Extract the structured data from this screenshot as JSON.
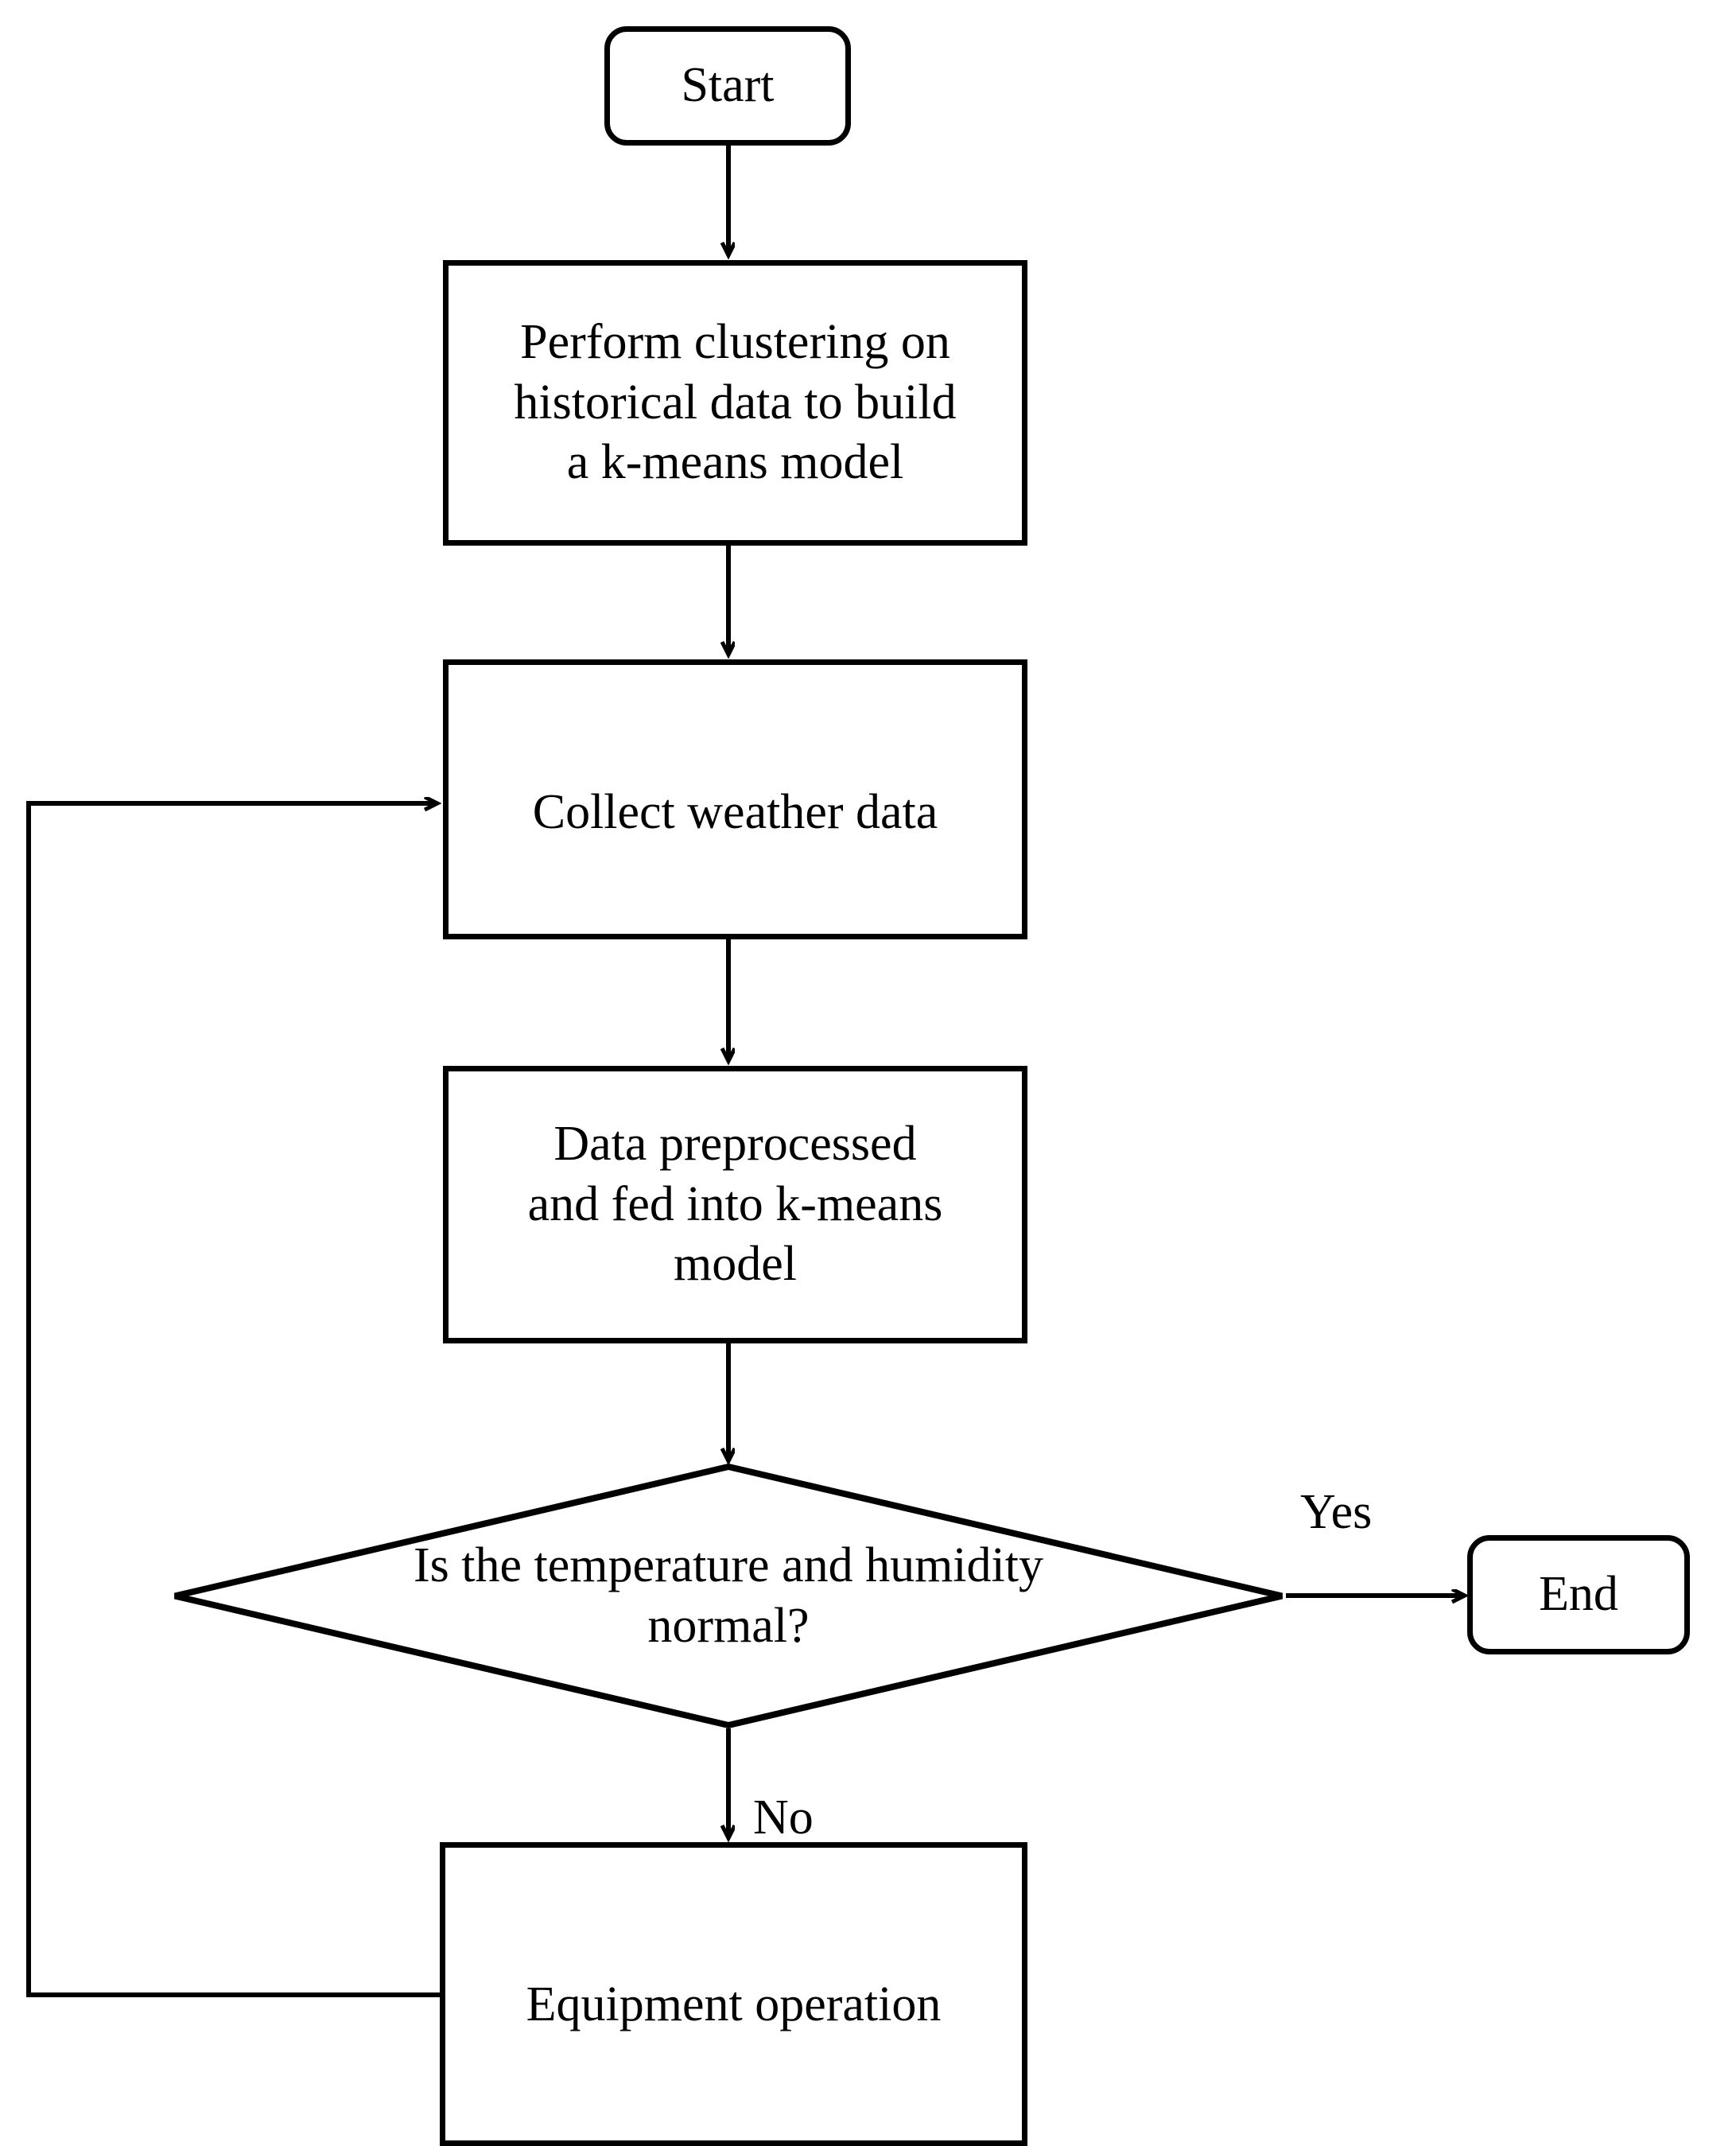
{
  "diagram": {
    "type": "flowchart",
    "title": "k-means weather monitoring control flow",
    "colors": {
      "stroke": "#000000",
      "fill": "#ffffff",
      "text": "#000000"
    },
    "nodes": [
      {
        "id": "start",
        "shape": "terminator",
        "label": "Start"
      },
      {
        "id": "cluster",
        "shape": "process",
        "label": "Perform clustering on\nhistorical data to build\na k-means model"
      },
      {
        "id": "collect",
        "shape": "process",
        "label": "Collect weather data"
      },
      {
        "id": "preprocess",
        "shape": "process",
        "label": "Data preprocessed\nand fed into k-means\nmodel"
      },
      {
        "id": "decision",
        "shape": "diamond",
        "label": "Is the temperature and humidity\nnormal?"
      },
      {
        "id": "end",
        "shape": "terminator",
        "label": "End"
      },
      {
        "id": "equipment",
        "shape": "process",
        "label": "Equipment operation"
      }
    ],
    "edges": [
      {
        "from": "start",
        "to": "cluster",
        "label": ""
      },
      {
        "from": "cluster",
        "to": "collect",
        "label": ""
      },
      {
        "from": "collect",
        "to": "preprocess",
        "label": ""
      },
      {
        "from": "preprocess",
        "to": "decision",
        "label": ""
      },
      {
        "from": "decision",
        "to": "end",
        "label": "Yes"
      },
      {
        "from": "decision",
        "to": "equipment",
        "label": "No"
      },
      {
        "from": "equipment",
        "to": "collect",
        "label": ""
      }
    ],
    "edge_labels": {
      "yes": "Yes",
      "no": "No"
    }
  }
}
